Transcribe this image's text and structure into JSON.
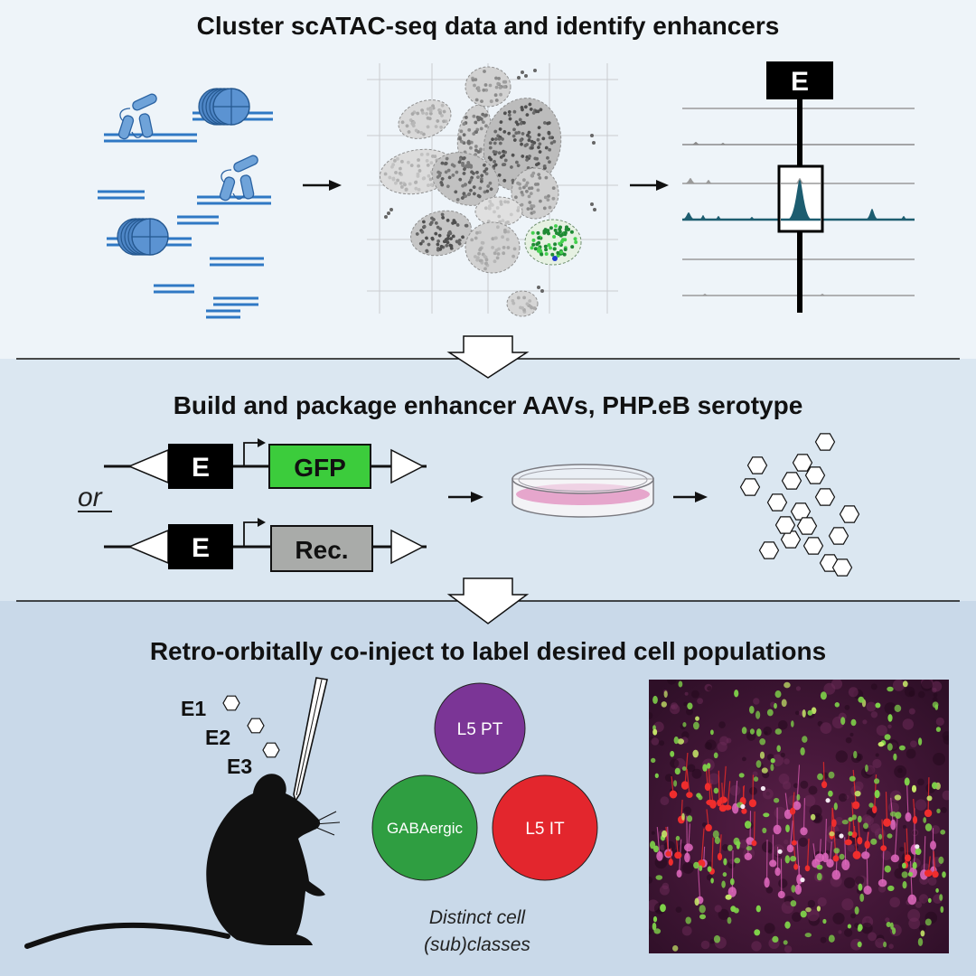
{
  "panels": {
    "cluster": {
      "title": "Cluster scATAC-seq data and identify enhancers",
      "enhancer_label": "E"
    },
    "build": {
      "title": "Build and package enhancer AAVs, PHP.eB serotype",
      "construct_gfp": {
        "enhancer_label": "E",
        "payload_label": "GFP"
      },
      "or_label": "or",
      "construct_recombinase": {
        "enhancer_label": "E",
        "payload_label": "Rec."
      }
    },
    "inject": {
      "title": "Retro-orbitally co-inject to label desired cell populations",
      "vectors": [
        "E1",
        "E2",
        "E3"
      ],
      "populations": [
        {
          "label": "L5 PT",
          "color": "#7b3596"
        },
        {
          "label": "GABAergic",
          "color": "#2f9e41"
        },
        {
          "label": "L5 IT",
          "color": "#e3262d"
        }
      ],
      "caption": [
        "Distinct cell",
        "(sub)classes"
      ]
    }
  },
  "colors": {
    "panel_cluster_bg": "#eef4f9",
    "panel_build_bg": "#dbe7f1",
    "panel_inject_bg": "#c9d9e9",
    "dna_blue": "#2f78c4",
    "gfp_green": "#3ccc3c",
    "recombinase_gray": "#a9aba9",
    "track_teal": "#1d5d70",
    "tissue_background": "#3d1632"
  },
  "icons": {
    "step_arrow": "arrow-right-icon",
    "stage_arrow": "down-arrow-icon",
    "virus_particle": "hexagon-icon",
    "culture_dish": "petri-dish-icon",
    "animal": "mouse-icon",
    "injector": "syringe-icon",
    "chromatin": "nucleosome-icon"
  }
}
